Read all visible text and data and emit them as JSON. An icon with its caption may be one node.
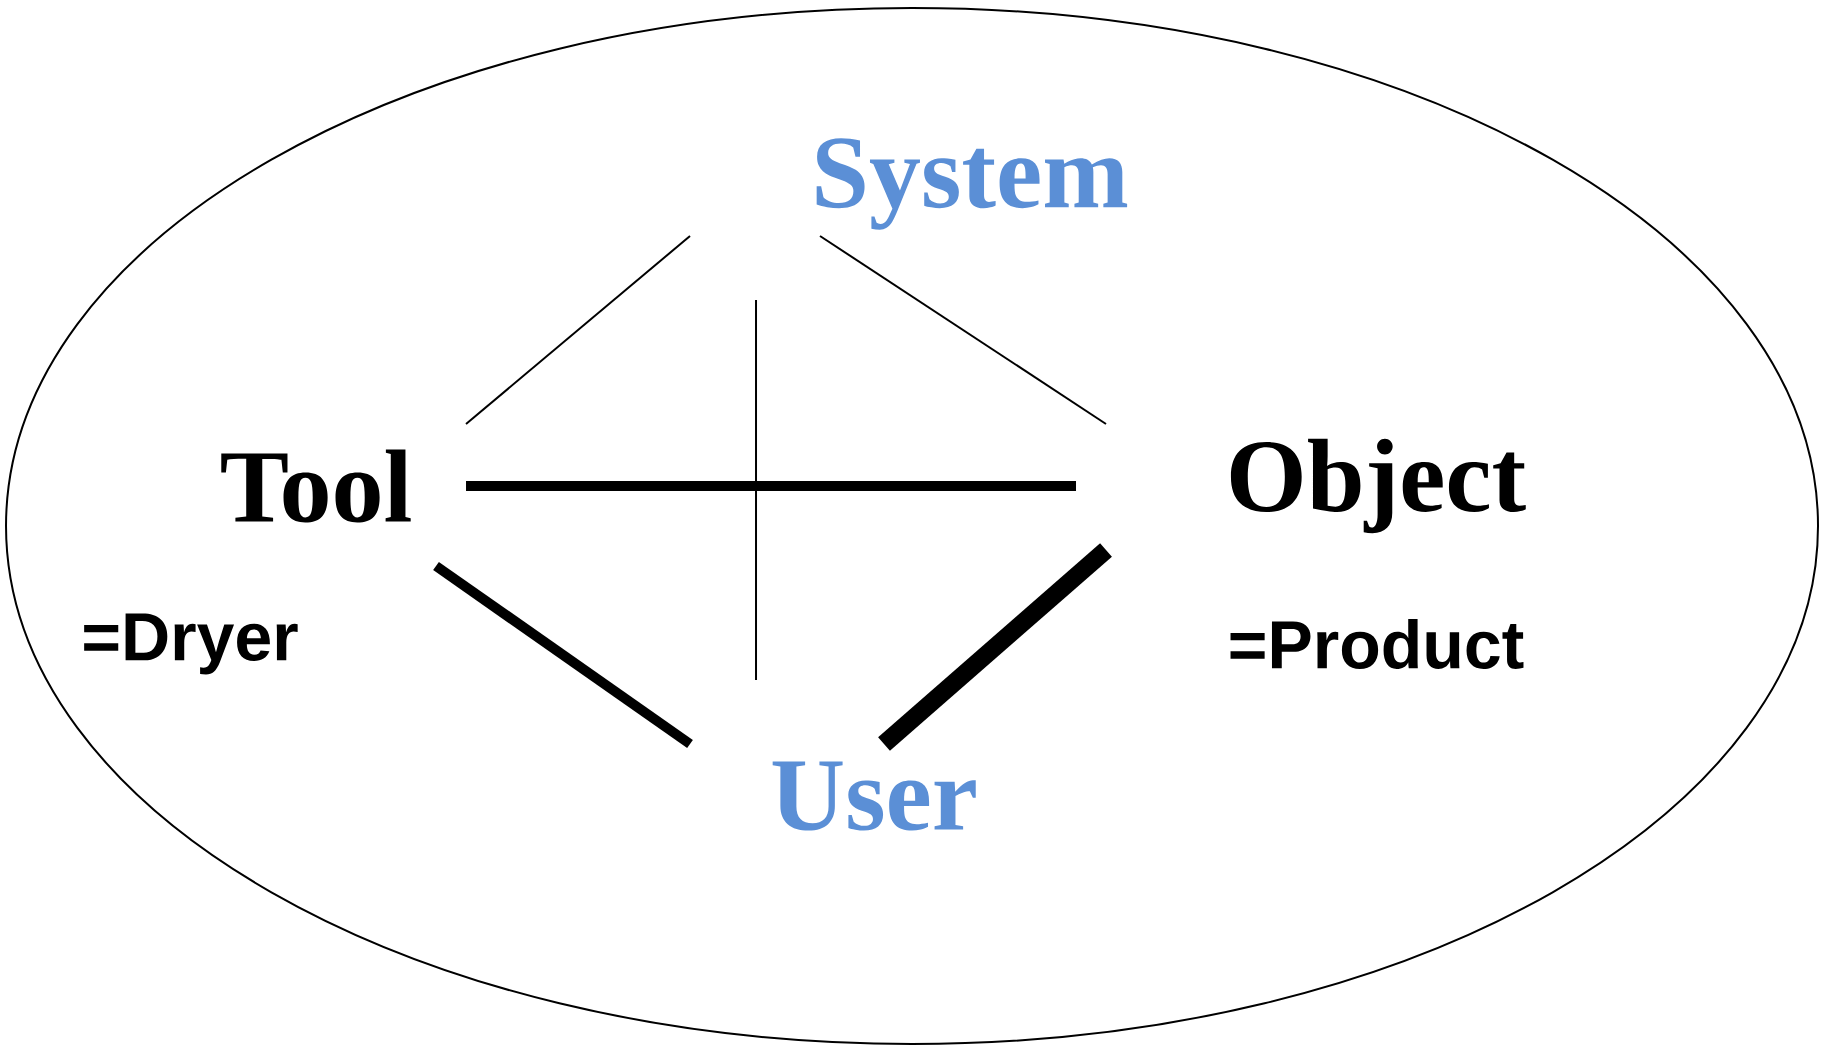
{
  "diagram": {
    "nodes": [
      {
        "text": [],
        "shape": "ellipse"
      },
      {
        "text": [
          "System"
        ],
        "in": 0
      },
      {
        "text": [
          "Tool"
        ],
        "beside": [
          "=Dryer"
        ],
        "in": 0
      },
      {
        "text": [
          "Object"
        ],
        "beside": [
          "=Product"
        ],
        "in": 0
      },
      {
        "text": [
          "User"
        ],
        "in": 0
      }
    ],
    "edges": [
      {
        "from": 1,
        "to": 2,
        "arrow": "none"
      },
      {
        "from": 1,
        "to": 3,
        "arrow": "none"
      },
      {
        "from": 1,
        "to": 4,
        "arrow": "none"
      },
      {
        "from": 2,
        "to": 3,
        "arrow": "none",
        "style": "thick"
      },
      {
        "from": 2,
        "to": 4,
        "arrow": "none",
        "style": "thick"
      },
      {
        "from": 3,
        "to": 4,
        "arrow": "none",
        "style": "thick"
      }
    ]
  }
}
